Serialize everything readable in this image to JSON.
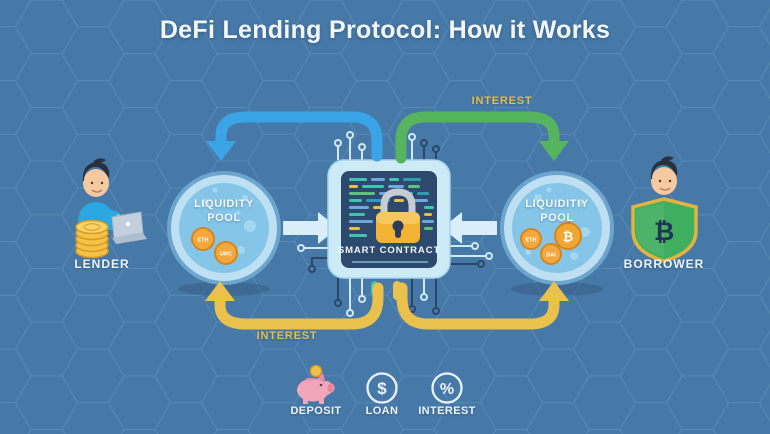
{
  "title": "DeFi Lending Protocol: How it Works",
  "lender": {
    "label": "LENDER"
  },
  "borrower": {
    "label": "BORROWER",
    "shield_symbol": "₿"
  },
  "left_pool": {
    "line1": "LIQUIDITY",
    "line2": "POOL",
    "coins": [
      "ETH",
      "URC"
    ]
  },
  "right_pool": {
    "line1": "LIQUIDITIY",
    "line2": "POOL",
    "coins": [
      "ETH",
      "DAI",
      "₿"
    ]
  },
  "smart_contract": {
    "label": "SMART CONTRACT"
  },
  "flows": {
    "top_interest": "INTEREST",
    "bottom_interest": "INTEREST"
  },
  "legend": {
    "items": [
      {
        "icon": "piggy-bank-icon",
        "label": "DEPOSIT"
      },
      {
        "icon": "dollar-circle-icon",
        "label": "LOAN",
        "symbol": "$"
      },
      {
        "icon": "percent-circle-icon",
        "label": "INTEREST",
        "symbol": "%"
      }
    ]
  },
  "colors": {
    "background": "#4679a8",
    "arrow_blue": "#3aa4e6",
    "arrow_green": "#56b45f",
    "arrow_yellow": "#eac14d",
    "interest_text_gold": "#e7bd4e",
    "coin_orange": "#f2a83c",
    "chip_frame": "#cdeaf7",
    "chip_panel_navy": "#2d4a6e",
    "pool_fill": "#85c6e8"
  }
}
